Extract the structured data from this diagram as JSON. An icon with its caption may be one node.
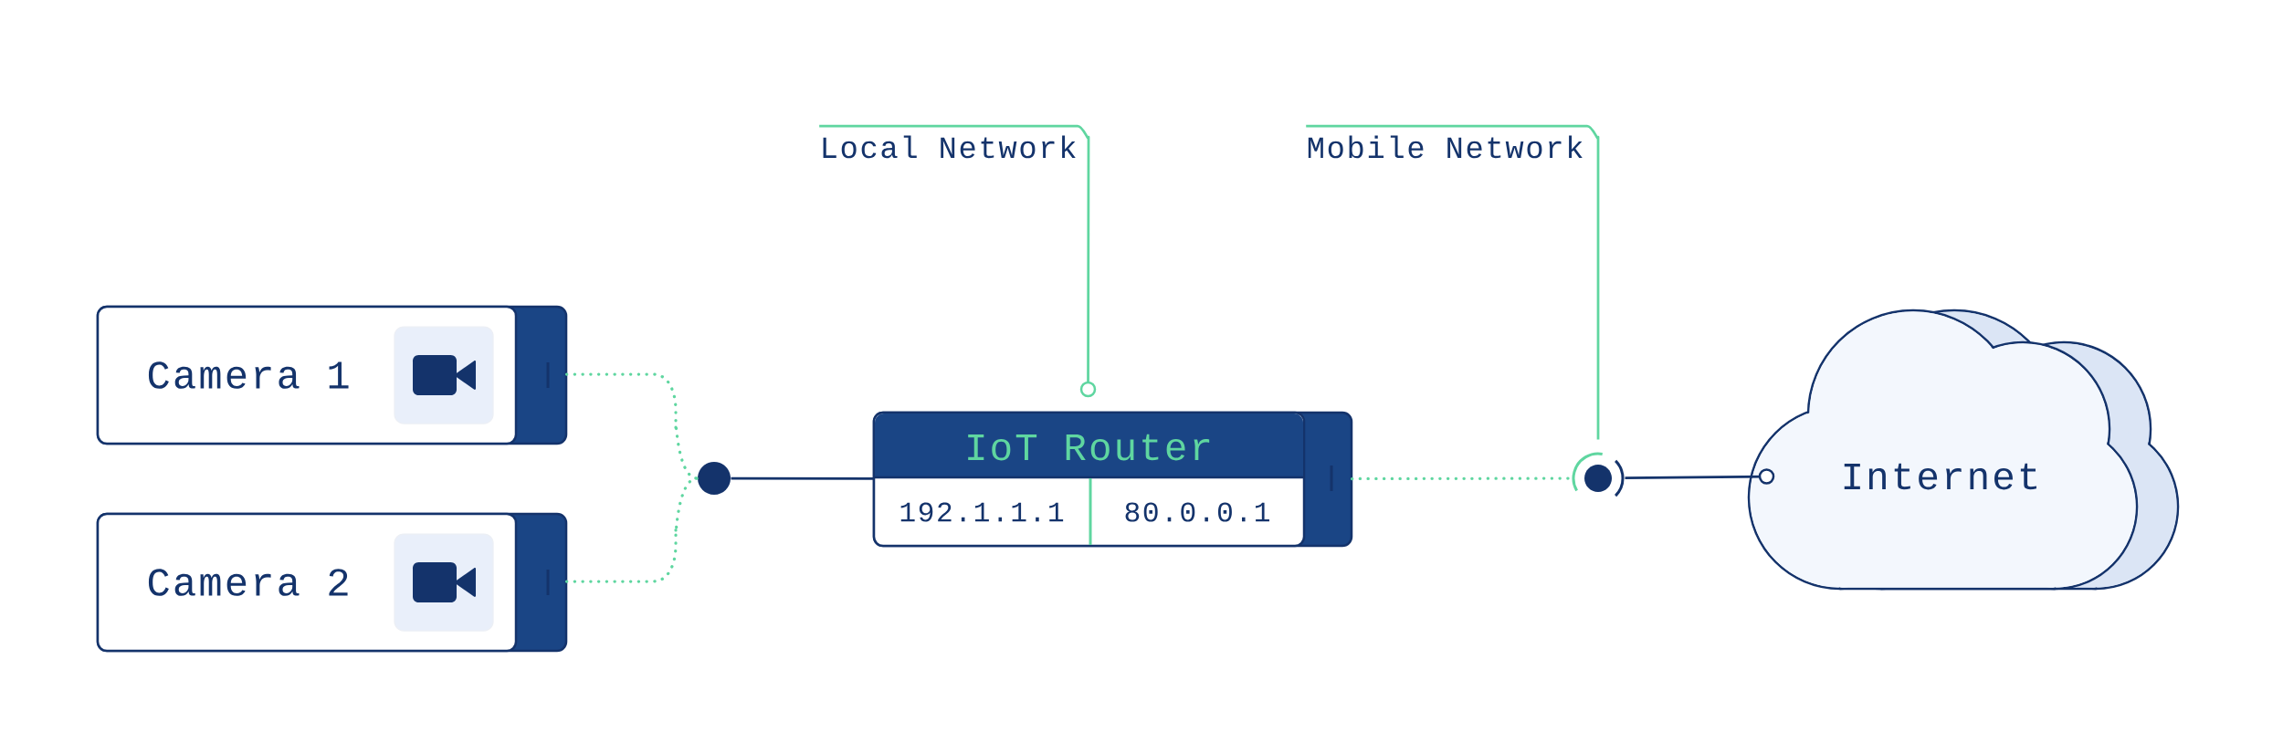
{
  "diagram": {
    "nodes": [
      {
        "text": [
          "Camera 1"
        ]
      },
      {
        "text": [
          "Camera 2"
        ]
      },
      {
        "text": [],
        "shape": "circle"
      },
      {
        "text": [
          "IoT Router",
          "192.1.1.1",
          "80.0.0.1"
        ]
      },
      {
        "text": [],
        "shape": "circle"
      },
      {
        "text": [
          "Internet"
        ]
      },
      {
        "text": [
          "Local Network"
        ]
      },
      {
        "text": [
          "Mobile Network"
        ]
      }
    ],
    "edges": [
      {
        "from": 0,
        "to": 2,
        "arrow": "none",
        "style": "dashed"
      },
      {
        "from": 1,
        "to": 2,
        "arrow": "none",
        "style": "dashed"
      },
      {
        "from": 2,
        "to": 3,
        "arrow": "none",
        "color": "#14336b"
      },
      {
        "from": 3,
        "to": 4,
        "arrow": "none",
        "style": "dashed"
      },
      {
        "from": 4,
        "to": 5,
        "arrow": "other",
        "color": "#14336b"
      },
      {
        "from": 6,
        "to": 3,
        "arrow": "other"
      },
      {
        "from": 7,
        "to": 4,
        "arrow": "none"
      }
    ]
  }
}
